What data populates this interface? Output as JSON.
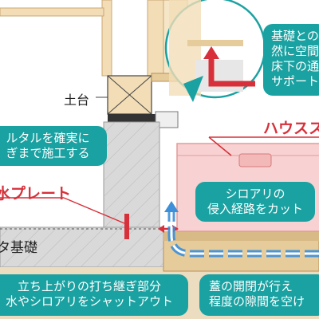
{
  "labels": {
    "dodai": "土台",
    "plate": "水プレート",
    "foundation": "タ基礎",
    "housebox": "ハウスス"
  },
  "callouts": {
    "top_right": [
      "基礎との",
      "然に空間",
      "床下の通",
      "サポート"
    ],
    "mortar": [
      "ルタルを確実に",
      "ぎまで施工する"
    ],
    "termite": [
      "シロアリの",
      "侵入経路をカット"
    ],
    "bottom_left": [
      "立ち上がりの打ち継ぎ部分",
      "水やシロアリをシャットアウト"
    ],
    "bottom_right": [
      "蓋の開閉が行え",
      "程度の隙間を空け"
    ]
  },
  "colors": {
    "teal": "#1aa1a1",
    "red": "#d7303a",
    "wood": "#f2ddb6",
    "concrete": "#d9d9d9",
    "pink": "#f8d2d2",
    "blue_arrow": "#3c8fd8"
  }
}
